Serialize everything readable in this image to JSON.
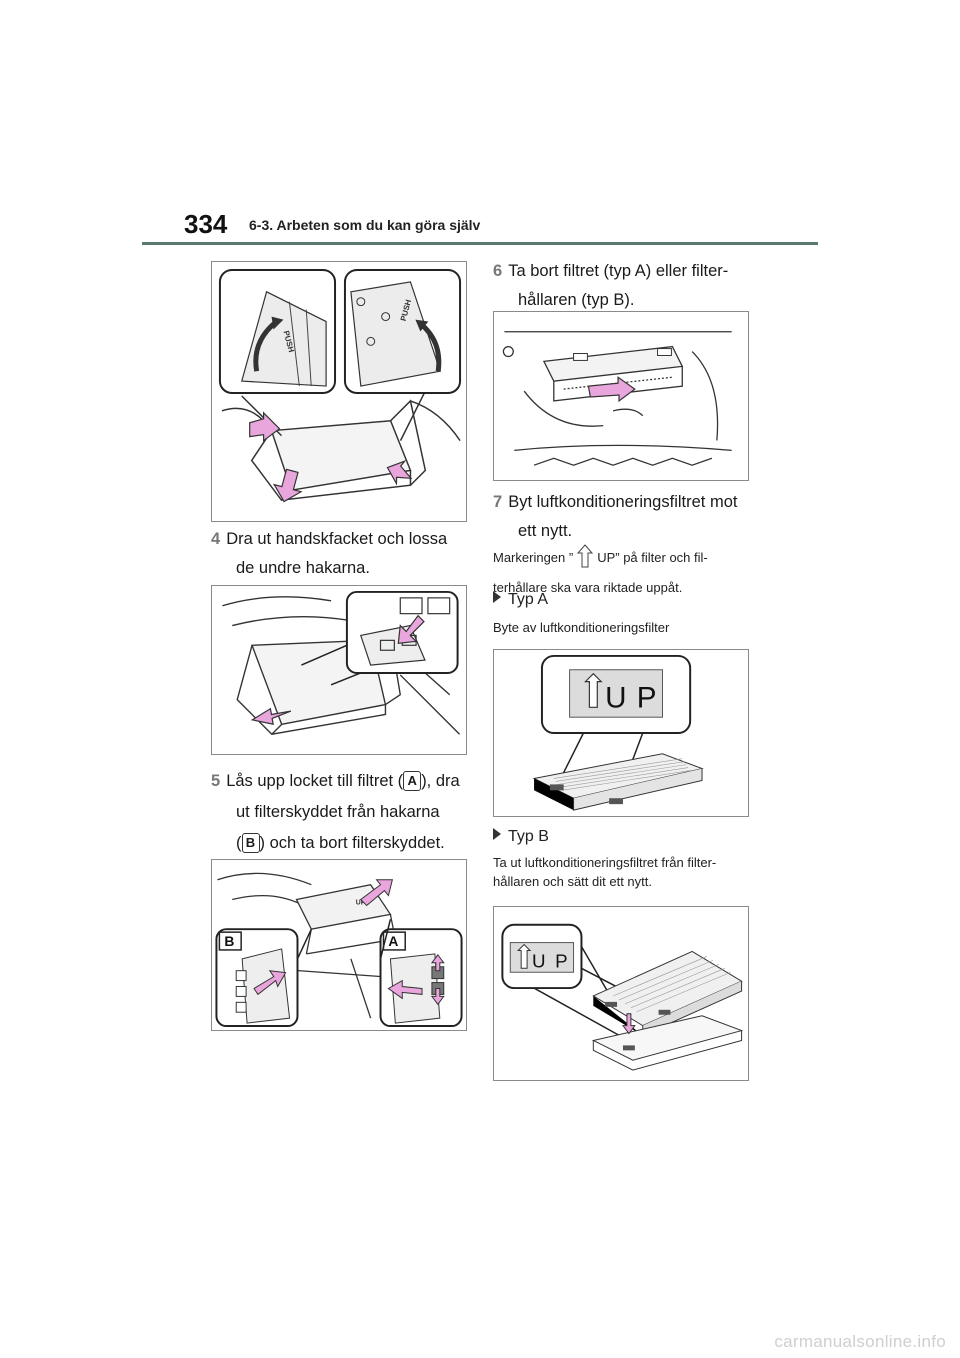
{
  "header": {
    "page_number": "334",
    "section_title": "6-3. Arbeten som du kan göra själv"
  },
  "figures": {
    "push_label": "PUSH",
    "label_a": "A",
    "label_b": "B",
    "up_label": "UP"
  },
  "steps": {
    "s4": {
      "num": "4",
      "line1": "Dra ut handskfacket och lossa",
      "line2": "de undre hakarna."
    },
    "s5": {
      "num": "5",
      "line1_pre": "Lås upp locket till filtret (",
      "badge_a": "A",
      "line1_post": "), dra",
      "line2": "ut filterskyddet från hakarna",
      "line3_pre": "(",
      "badge_b": "B",
      "line3_post": ") och ta bort filterskyddet."
    },
    "s6": {
      "num": "6",
      "line1": "Ta bort filtret (typ A) eller filter-",
      "line2": "hållaren (typ B)."
    },
    "s7": {
      "num": "7",
      "line1": "Byt luftkonditioneringsfiltret mot",
      "line2": "ett nytt."
    }
  },
  "notes": {
    "marking_pre": "Markeringen ”",
    "marking_post": "UP” på filter och fil-",
    "marking_line2": "terhållare ska vara riktade uppåt.",
    "type_a_head": "Typ A",
    "type_a_text": "Byte av luftkonditioneringsfilter",
    "type_b_head": "Typ B",
    "type_b_line1": "Ta ut luftkonditioneringsfiltret från filter-",
    "type_b_line2": "hållaren och sätt dit ett nytt."
  },
  "watermark": "carmanualsonline.info",
  "colors": {
    "arrow_pink": "#e9a6dd",
    "header_rule": "#5a7a70"
  }
}
